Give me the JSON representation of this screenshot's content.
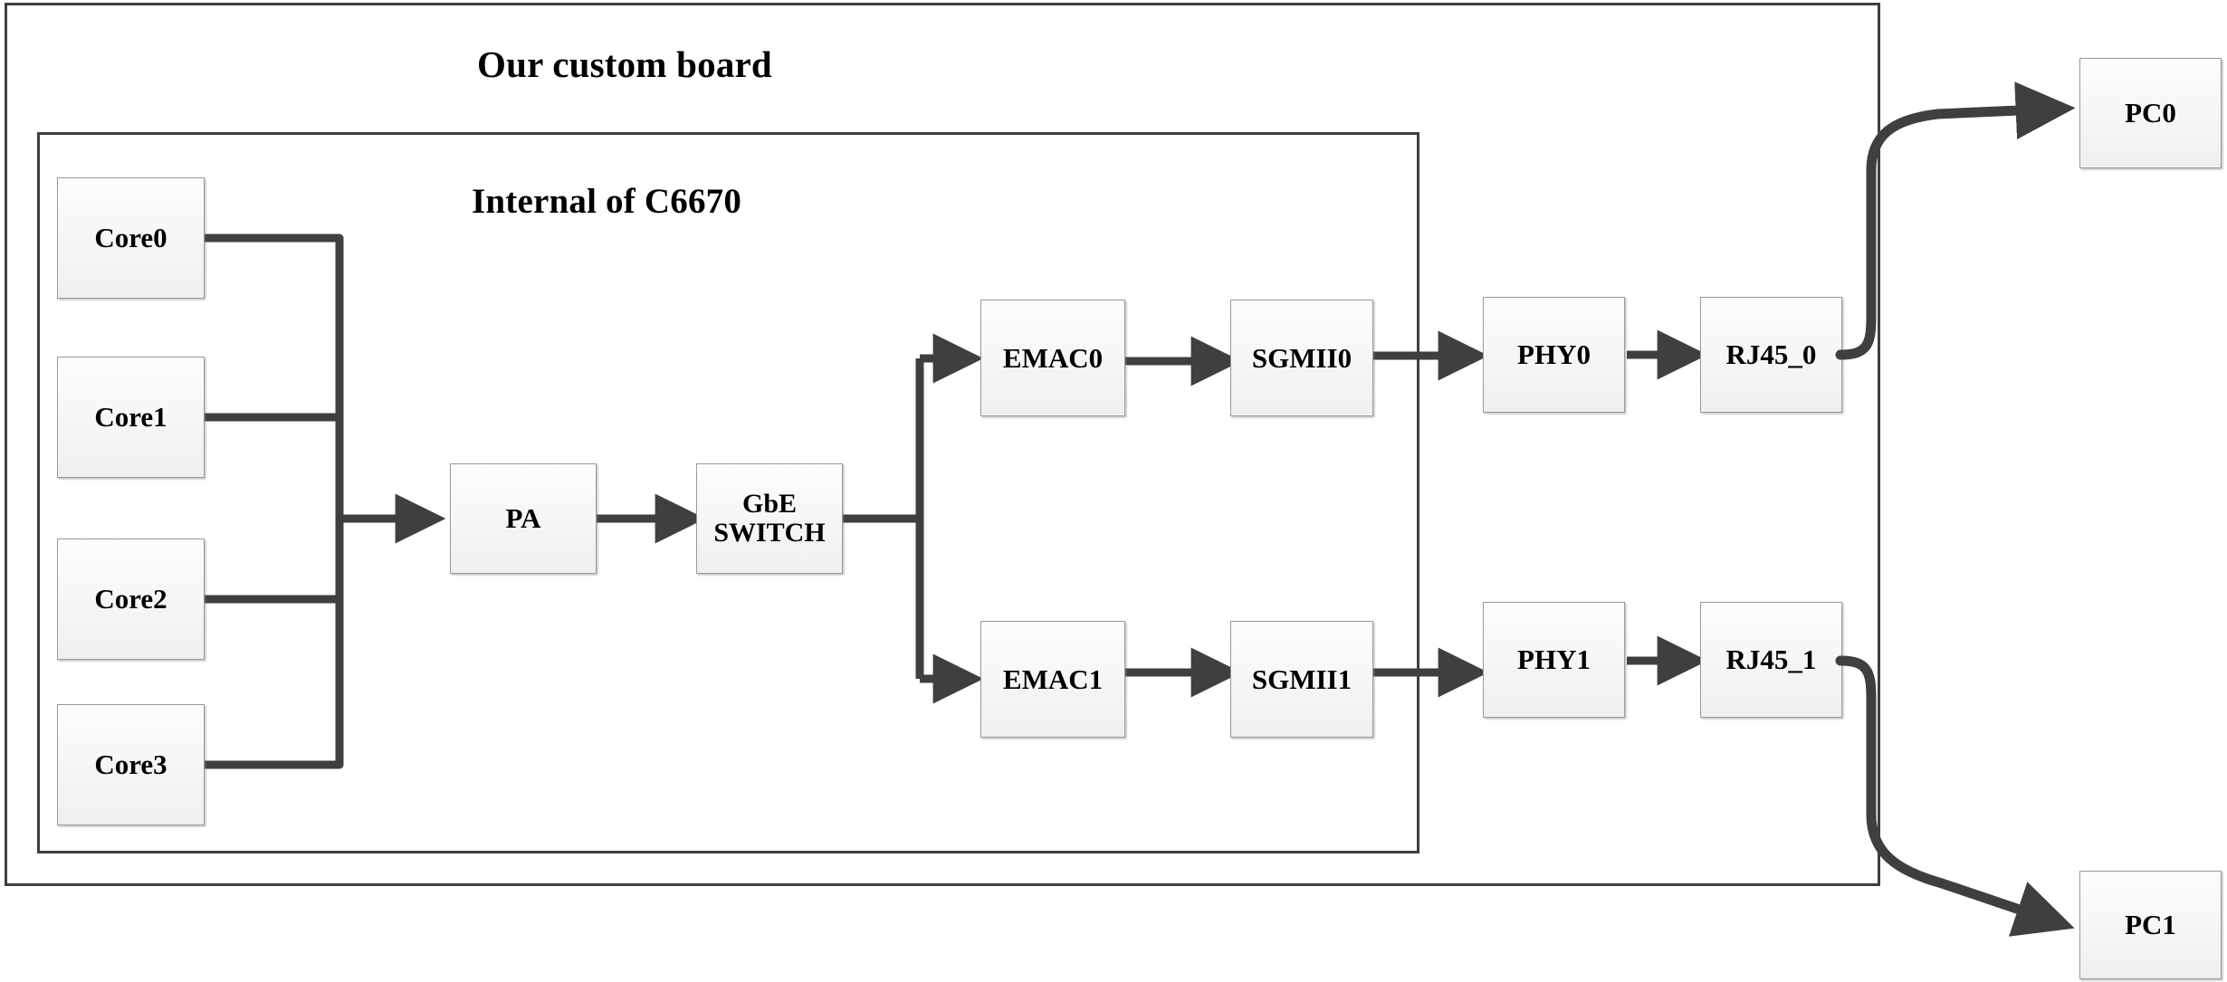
{
  "diagram": {
    "kind": "block-diagram",
    "containers": [
      {
        "id": "outer-board",
        "title": "Our custom board"
      },
      {
        "id": "inner-chip",
        "title": "Internal of C6670"
      }
    ],
    "colors": {
      "wire": "#3f3f3f",
      "container_border": "#3f3f3f",
      "node_border": "#9a9a9a",
      "node_fill_top": "#fdfdfd",
      "node_fill_bottom": "#efefef",
      "text": "#000000",
      "background": "#ffffff"
    },
    "nodes": [
      {
        "id": "core0",
        "label": "Core0"
      },
      {
        "id": "core1",
        "label": "Core1"
      },
      {
        "id": "core2",
        "label": "Core2"
      },
      {
        "id": "core3",
        "label": "Core3"
      },
      {
        "id": "pa",
        "label": "PA"
      },
      {
        "id": "gbe",
        "label": "GbE\nSWITCH",
        "line1": "GbE",
        "line2": "SWITCH"
      },
      {
        "id": "emac0",
        "label": "EMAC0"
      },
      {
        "id": "emac1",
        "label": "EMAC1"
      },
      {
        "id": "sgmii0",
        "label": "SGMII0"
      },
      {
        "id": "sgmii1",
        "label": "SGMII1"
      },
      {
        "id": "phy0",
        "label": "PHY0"
      },
      {
        "id": "phy1",
        "label": "PHY1"
      },
      {
        "id": "rj45_0",
        "label": "RJ45_0"
      },
      {
        "id": "rj45_1",
        "label": "RJ45_1"
      },
      {
        "id": "pc0",
        "label": "PC0"
      },
      {
        "id": "pc1",
        "label": "PC1"
      }
    ],
    "edges": [
      {
        "from": "core0",
        "to": "pa",
        "style": "orthogonal-bus",
        "arrow": false
      },
      {
        "from": "core1",
        "to": "pa",
        "style": "orthogonal-bus",
        "arrow": false
      },
      {
        "from": "core2",
        "to": "pa",
        "style": "orthogonal-bus",
        "arrow": false
      },
      {
        "from": "core3",
        "to": "pa",
        "style": "orthogonal-bus",
        "arrow": false
      },
      {
        "from": "bus",
        "to": "pa",
        "style": "straight",
        "arrow": true
      },
      {
        "from": "pa",
        "to": "gbe",
        "style": "straight",
        "arrow": true
      },
      {
        "from": "gbe",
        "to": "emac0",
        "style": "orthogonal",
        "arrow": true
      },
      {
        "from": "gbe",
        "to": "emac1",
        "style": "orthogonal",
        "arrow": true
      },
      {
        "from": "emac0",
        "to": "sgmii0",
        "style": "straight",
        "arrow": true
      },
      {
        "from": "emac1",
        "to": "sgmii1",
        "style": "straight",
        "arrow": true
      },
      {
        "from": "sgmii0",
        "to": "phy0",
        "style": "straight",
        "arrow": true
      },
      {
        "from": "sgmii1",
        "to": "phy1",
        "style": "straight",
        "arrow": true
      },
      {
        "from": "phy0",
        "to": "rj45_0",
        "style": "straight",
        "arrow": true
      },
      {
        "from": "phy1",
        "to": "rj45_1",
        "style": "straight",
        "arrow": true
      },
      {
        "from": "rj45_0",
        "to": "pc0",
        "style": "curved",
        "arrow": true
      },
      {
        "from": "rj45_1",
        "to": "pc1",
        "style": "curved",
        "arrow": true
      }
    ]
  }
}
